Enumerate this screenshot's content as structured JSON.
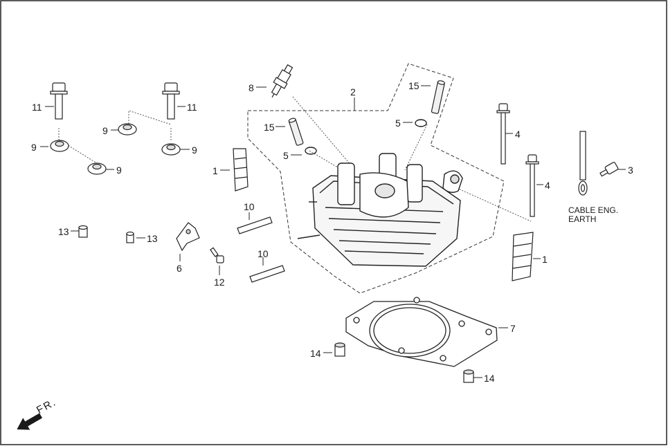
{
  "diagram": {
    "front_marker": "FR.",
    "cable_caption": [
      "CABLE ENG.",
      "EARTH"
    ],
    "callouts": [
      {
        "id": "c-2",
        "text": "2"
      },
      {
        "id": "c-8",
        "text": "8"
      },
      {
        "id": "c-15a",
        "text": "15"
      },
      {
        "id": "c-15b",
        "text": "15"
      },
      {
        "id": "c-5a",
        "text": "5"
      },
      {
        "id": "c-5b",
        "text": "5"
      },
      {
        "id": "c-11a",
        "text": "11"
      },
      {
        "id": "c-11b",
        "text": "11"
      },
      {
        "id": "c-9a",
        "text": "9"
      },
      {
        "id": "c-9b",
        "text": "9"
      },
      {
        "id": "c-9c",
        "text": "9"
      },
      {
        "id": "c-9d",
        "text": "9"
      },
      {
        "id": "c-4a",
        "text": "4"
      },
      {
        "id": "c-4b",
        "text": "4"
      },
      {
        "id": "c-3",
        "text": "3"
      },
      {
        "id": "c-1a",
        "text": "1"
      },
      {
        "id": "c-1b",
        "text": "1"
      },
      {
        "id": "c-10a",
        "text": "10"
      },
      {
        "id": "c-10b",
        "text": "10"
      },
      {
        "id": "c-13a",
        "text": "13"
      },
      {
        "id": "c-13b",
        "text": "13"
      },
      {
        "id": "c-6",
        "text": "6"
      },
      {
        "id": "c-12",
        "text": "12"
      },
      {
        "id": "c-7",
        "text": "7"
      },
      {
        "id": "c-14a",
        "text": "14"
      },
      {
        "id": "c-14b",
        "text": "14"
      }
    ]
  }
}
